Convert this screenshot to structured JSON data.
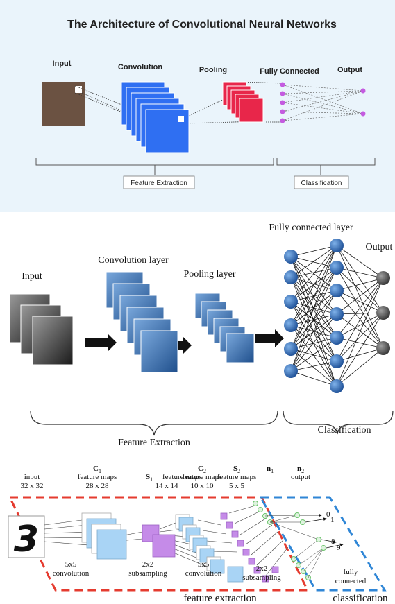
{
  "panel1": {
    "title": "The Architecture of Convolutional Neural Networks",
    "labels": {
      "input": "Input",
      "convolution": "Convolution",
      "pooling": "Pooling",
      "fully_connected": "Fully Connected",
      "output": "Output"
    },
    "groups": {
      "feature_extraction": "Feature Extraction",
      "classification": "Classification"
    },
    "colors": {
      "input": "#6b5242",
      "conv": "#2f6ff2",
      "pool": "#e8264a",
      "node": "#c45be0",
      "background": "#eaf4fb"
    }
  },
  "panel2": {
    "labels": {
      "input": "Input",
      "convolution_layer": "Convolution layer",
      "pooling_layer": "Pooling layer",
      "fully_connected_layer": "Fully connected layer",
      "output": "Output"
    },
    "groups": {
      "feature_extraction": "Feature Extraction",
      "classification": "Classification"
    },
    "colors": {
      "layer": "#3f79b8",
      "node": "#2d62a8",
      "output_node": "#555555"
    }
  },
  "panel3": {
    "digit": "3",
    "layers": {
      "input": {
        "name": "input",
        "size": "32 x 32"
      },
      "c1": {
        "symbol": "C",
        "sub": "1",
        "desc": "feature maps",
        "size": "28 x 28"
      },
      "s1": {
        "symbol": "S",
        "sub": "1",
        "desc": "feature maps",
        "size": "14 x 14"
      },
      "c2": {
        "symbol": "C",
        "sub": "2",
        "desc": "feature maps",
        "size": "10 x 10"
      },
      "s2": {
        "symbol": "S",
        "sub": "2",
        "desc": "feature maps",
        "size": "5 x 5"
      },
      "n1": {
        "symbol": "n",
        "sub": "1"
      },
      "n2": {
        "symbol": "n",
        "sub": "2",
        "desc": "output"
      }
    },
    "operations": {
      "conv1_size": "5x5",
      "conv1": "convolution",
      "sub1_size": "2x2",
      "sub1": "subsampling",
      "conv2_size": "5x5",
      "conv2": "convolution",
      "sub2_size": "2x2",
      "sub2": "subsampling",
      "fc1": "fully",
      "fc2": "connected"
    },
    "outputs": {
      "o0": "0",
      "o1": "1",
      "o8": "8",
      "o9": "9"
    },
    "groups": {
      "feature_extraction": "feature extraction",
      "classification": "classification"
    },
    "colors": {
      "feature_box": "#e53b2f",
      "class_box": "#2f86d6",
      "conv_map": "#a9d4f5",
      "sub_map": "#c58be8",
      "neuron": "#6cc36c"
    }
  }
}
